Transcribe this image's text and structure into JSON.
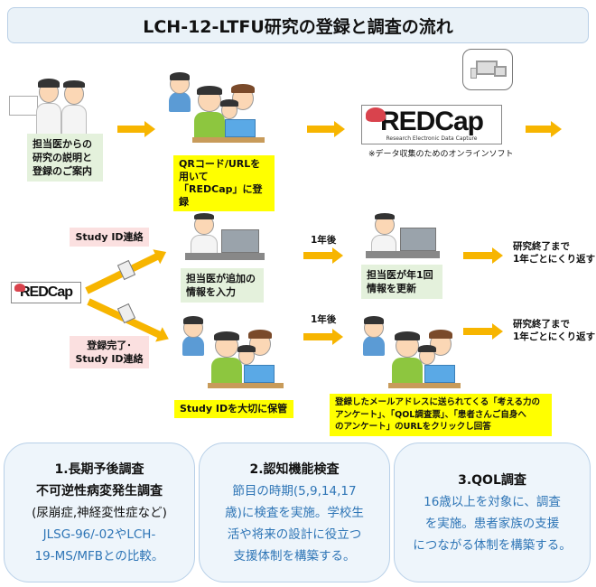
{
  "title": "LCH-12-LTFU研究の登録と調査の流れ",
  "row1": {
    "step1_label": [
      "担当医からの",
      "研究の説明と",
      "登録のご案内"
    ],
    "step2_label": [
      "QRコード/URLを用いて",
      "「REDCap」に登録"
    ],
    "redcap_logo": "REDCap",
    "redcap_subtitle": "Research Electronic Data Capture",
    "redcap_note": "※データ収集のためのオンラインソフト"
  },
  "row2": {
    "redcap_logo": "REDCap",
    "top_branch_label": "Study ID連絡",
    "bottom_branch_label": [
      "登録完了･",
      "Study ID連絡"
    ],
    "doctor_input_label": [
      "担当医が追加の",
      "情報を入力"
    ],
    "family_label": "Study IDを大切に保管",
    "after_year_top": "1年後",
    "after_year_bottom": "1年後",
    "doctor_update_label": [
      "担当医が年1回",
      "情報を更新"
    ],
    "survey_label": [
      "登録したメールアドレスに送られてくる「考える力の",
      "アンケート」、「QOL調査票」、「患者さんご自身へ",
      "のアンケート」のURLをクリックし回答"
    ],
    "repeat_top": [
      "研究終了まで",
      "1年ごとにくり返す"
    ],
    "repeat_bottom": [
      "研究終了まで",
      "1年ごとにくり返す"
    ]
  },
  "cards": [
    {
      "heading": "1.長期予後調査",
      "subheading": "不可逆性病変発生調査",
      "note": "(尿崩症,神経変性症など)",
      "body": [
        "JLSG-96/-02やLCH-",
        "19-MS/MFBとの比較。"
      ]
    },
    {
      "heading": "2.認知機能検査",
      "body": [
        "節目の時期(5,9,14,17",
        "歳)に検査を実施。学校生",
        "活や将来の設計に役立つ",
        "支援体制を構築する。"
      ]
    },
    {
      "heading": "3.QOL調査",
      "body": [
        "16歳以上を対象に、調査",
        "を実施。患者家族の支援",
        "につながる体制を構築する。"
      ]
    }
  ],
  "colors": {
    "arrow": "#f7b500",
    "card_text": "#2e75b6",
    "title_bg": "#eaf2f8"
  }
}
